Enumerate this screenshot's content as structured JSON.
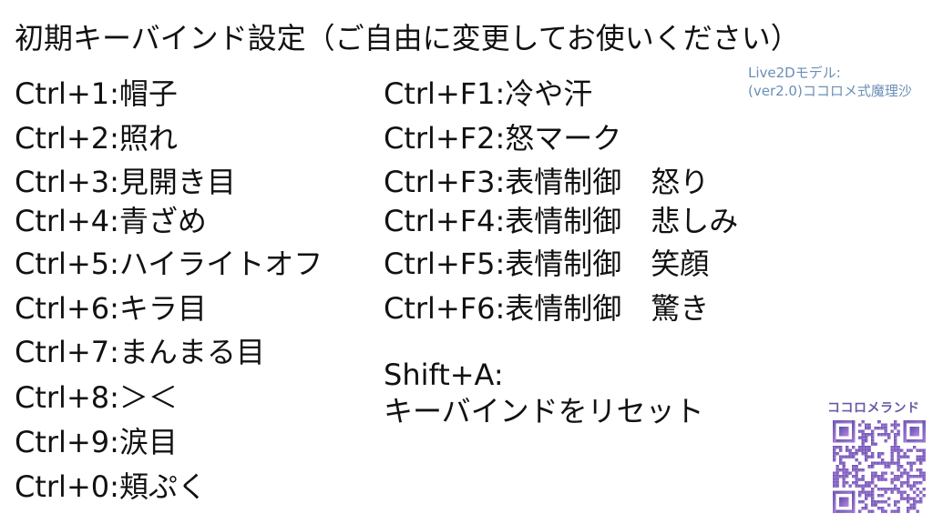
{
  "title": "初期キーバインド設定（ご自由に変更してお使いください）",
  "model_info": {
    "line1": "Live2Dモデル:",
    "line2": "(ver2.0)ココロメ式魔理沙"
  },
  "left_bindings": [
    "Ctrl+1:帽子",
    "Ctrl+2:照れ",
    "Ctrl+3:見開き目",
    "Ctrl+4:青ざめ",
    "Ctrl+5:ハイライトオフ",
    "Ctrl+6:キラ目",
    "Ctrl+7:まんまる目",
    "Ctrl+8:＞＜",
    "Ctrl+9:涙目",
    "Ctrl+0:頬ぷく"
  ],
  "right_bindings": [
    "Ctrl+F1:冷や汗",
    "Ctrl+F2:怒マーク",
    "Ctrl+F3:表情制御　怒り",
    "Ctrl+F4:表情制御　悲しみ",
    "Ctrl+F5:表情制御　笑顔",
    "Ctrl+F6:表情制御　驚き"
  ],
  "shift": {
    "key": "Shift+A:",
    "action": "キーバインドをリセット"
  },
  "brand": "ココロメランド",
  "colors": {
    "text": "#111111",
    "model_info": "#6a8fb7",
    "brand": "#6b5aa6",
    "qr_gradient_start": "#5a4aa8",
    "qr_gradient_end": "#b98be0"
  },
  "icons": {
    "qr": "qr-code-icon"
  }
}
